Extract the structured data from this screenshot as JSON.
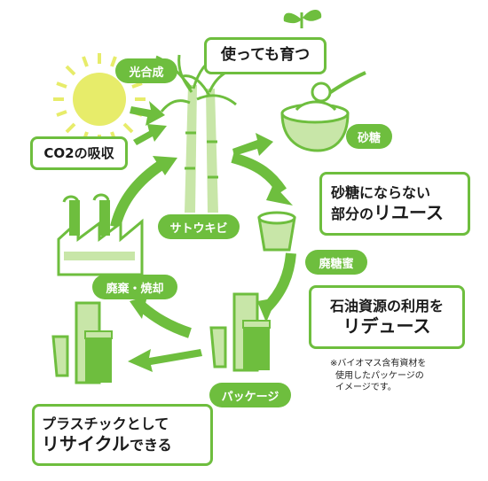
{
  "labels": {
    "photosynthesis": "光合成",
    "co2_absorption": "CO2の吸収",
    "sugarcane": "サトウキビ",
    "sugar": "砂糖",
    "molasses": "廃糖蜜",
    "disposal": "廃棄・焼却",
    "package": "パッケージ"
  },
  "callouts": {
    "grow": "使っても育つ",
    "reuse_line1": "砂糖にならない",
    "reuse_line2a": "部分の",
    "reuse_line2b": "リユース",
    "reduce_line1": "石油資源の利用を",
    "reduce_line2": "リデュース",
    "recycle_line1": "プラスチックとして",
    "recycle_line2a": "リサイクル",
    "recycle_line2b": "できる"
  },
  "note": {
    "line1": "※バイオマス含有資材を",
    "line2": "使用したパッケージの",
    "line3": "イメージです。"
  },
  "colors": {
    "green": "#6ebe3e",
    "light_green": "#c8e6a8",
    "sun_yellow": "#e7ec6a"
  }
}
